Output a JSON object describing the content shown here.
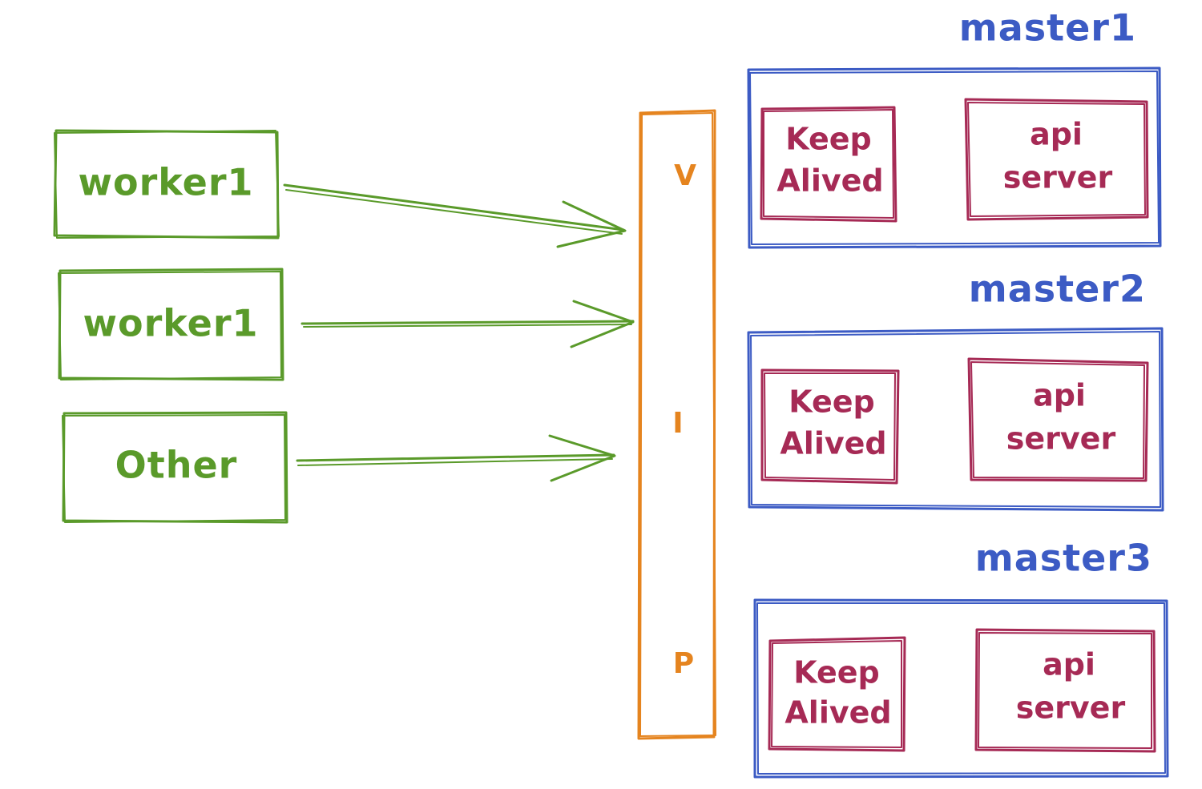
{
  "clients": [
    {
      "label": "worker1"
    },
    {
      "label": "worker1"
    },
    {
      "label": "Other"
    }
  ],
  "vip": {
    "letters": [
      "V",
      "I",
      "P"
    ]
  },
  "masters": [
    {
      "title": "master1",
      "keepalived": [
        "Keep",
        "Alived"
      ],
      "apiserver": [
        "api",
        "server"
      ]
    },
    {
      "title": "master2",
      "keepalived": [
        "Keep",
        "Alived"
      ],
      "apiserver": [
        "api",
        "server"
      ]
    },
    {
      "title": "master3",
      "keepalived": [
        "Keep",
        "Alived"
      ],
      "apiserver": [
        "api",
        "server"
      ]
    }
  ],
  "colors": {
    "client": "#5a9a2a",
    "vip": "#e5841f",
    "master": "#3c5bc4",
    "component": "#a62a55"
  }
}
